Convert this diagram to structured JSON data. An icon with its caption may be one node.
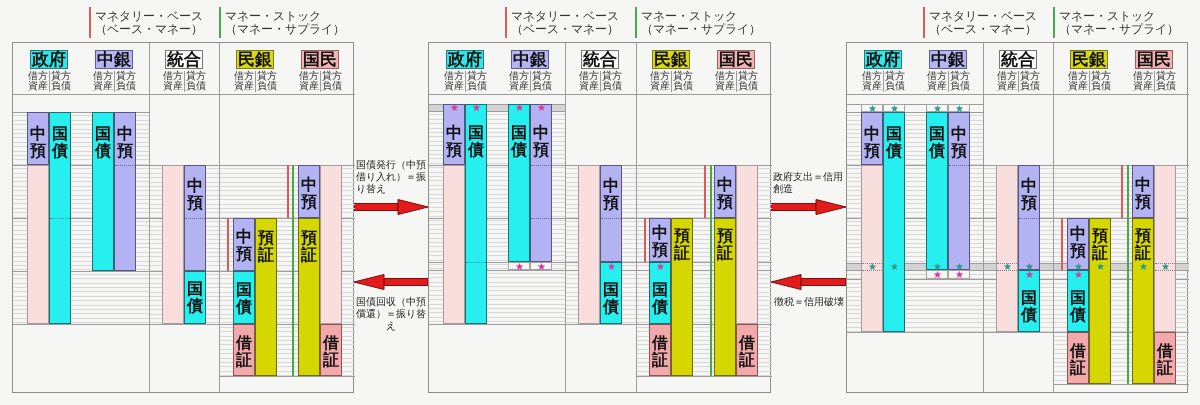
{
  "diagram": {
    "nodes": [
      {
        "text": [],
        "shape": "box"
      },
      {
        "text": [
          "政府"
        ],
        "beside": [
          "借方",
          "貸方",
          "資産",
          "負債"
        ],
        "in": 0
      },
      {
        "text": [
          "中銀"
        ],
        "beside": [
          "借方",
          "貸方",
          "資産",
          "負債"
        ],
        "in": 0
      },
      {
        "text": [
          "統合"
        ],
        "beside": [
          "借方",
          "貸方",
          "資産",
          "負債"
        ],
        "in": 0
      },
      {
        "text": [
          "民銀"
        ],
        "beside": [
          "借方",
          "貸方",
          "資産",
          "負債"
        ],
        "in": 0
      },
      {
        "text": [
          "国民"
        ],
        "beside": [
          "借方",
          "貸方",
          "資産",
          "負債"
        ],
        "in": 0
      },
      {
        "text": [
          "中預"
        ],
        "in": 0
      },
      {
        "text": [],
        "shape": "bar",
        "in": 0
      },
      {
        "text": [
          "国債"
        ],
        "in": 0
      },
      {
        "text": [
          "国債"
        ],
        "in": 0
      },
      {
        "text": [
          "中預"
        ],
        "in": 0
      },
      {
        "text": [],
        "shape": "bar",
        "in": 0
      },
      {
        "text": [
          "中預"
        ],
        "in": 0
      },
      {
        "text": [
          "国債"
        ],
        "in": 0
      },
      {
        "text": [
          "中預"
        ],
        "in": 0
      },
      {
        "text": [
          "国債"
        ],
        "in": 0
      },
      {
        "text": [
          "借証"
        ],
        "in": 0
      },
      {
        "text": [
          "預証"
        ],
        "in": 0
      },
      {
        "text": [
          "中預"
        ],
        "in": 0
      },
      {
        "text": [
          "預証"
        ],
        "in": 0
      },
      {
        "text": [],
        "shape": "bar",
        "in": 0
      },
      {
        "text": [
          "借証"
        ],
        "in": 0
      },
      {
        "text": [],
        "shape": "box"
      },
      {
        "text": [
          "政府"
        ],
        "beside": [
          "借方",
          "貸方",
          "資産",
          "負債"
        ],
        "in": 22
      },
      {
        "text": [
          "中銀"
        ],
        "beside": [
          "借方",
          "貸方",
          "資産",
          "負債"
        ],
        "in": 22
      },
      {
        "text": [
          "統合"
        ],
        "beside": [
          "借方",
          "貸方",
          "資産",
          "負債"
        ],
        "in": 22
      },
      {
        "text": [
          "民銀"
        ],
        "beside": [
          "借方",
          "貸方",
          "資産",
          "負債"
        ],
        "in": 22
      },
      {
        "text": [
          "国民"
        ],
        "beside": [
          "借方",
          "貸方",
          "資産",
          "負債"
        ],
        "in": 22
      },
      {
        "text": [
          "中預"
        ],
        "in": 22
      },
      {
        "text": [],
        "shape": "bar",
        "in": 22
      },
      {
        "text": [
          "国債"
        ],
        "in": 22
      },
      {
        "text": [
          "国債"
        ],
        "in": 22
      },
      {
        "text": [
          "中預"
        ],
        "in": 22
      },
      {
        "text": [],
        "shape": "bar",
        "in": 22
      },
      {
        "text": [
          "中預"
        ],
        "in": 22
      },
      {
        "text": [
          "国債"
        ],
        "in": 22
      },
      {
        "text": [
          "中預"
        ],
        "in": 22
      },
      {
        "text": [
          "国債"
        ],
        "in": 22
      },
      {
        "text": [
          "借証"
        ],
        "in": 22
      },
      {
        "text": [
          "預証"
        ],
        "in": 22
      },
      {
        "text": [
          "中預"
        ],
        "in": 22
      },
      {
        "text": [
          "預証"
        ],
        "in": 22
      },
      {
        "text": [],
        "shape": "bar",
        "in": 22
      },
      {
        "text": [
          "借証"
        ],
        "in": 22
      },
      {
        "text": [],
        "shape": "box"
      },
      {
        "text": [
          "政府"
        ],
        "beside": [
          "借方",
          "貸方",
          "資産",
          "負債"
        ],
        "in": 44
      },
      {
        "text": [
          "中銀"
        ],
        "beside": [
          "借方",
          "貸方",
          "資産",
          "負債"
        ],
        "in": 44
      },
      {
        "text": [
          "統合"
        ],
        "beside": [
          "借方",
          "貸方",
          "資産",
          "負債"
        ],
        "in": 44
      },
      {
        "text": [
          "民銀"
        ],
        "beside": [
          "借方",
          "貸方",
          "資産",
          "負債"
        ],
        "in": 44
      },
      {
        "text": [
          "国民"
        ],
        "beside": [
          "借方",
          "貸方",
          "資産",
          "負債"
        ],
        "in": 44
      },
      {
        "text": [
          "中預"
        ],
        "in": 44
      },
      {
        "text": [],
        "shape": "bar",
        "in": 44
      },
      {
        "text": [
          "国債"
        ],
        "in": 44
      },
      {
        "text": [
          "国債"
        ],
        "in": 44
      },
      {
        "text": [
          "中預"
        ],
        "in": 44
      },
      {
        "text": [],
        "shape": "bar",
        "in": 44
      },
      {
        "text": [
          "中預"
        ],
        "in": 44
      },
      {
        "text": [
          "国債"
        ],
        "in": 44
      },
      {
        "text": [
          "中預"
        ],
        "in": 44
      },
      {
        "text": [
          "国債"
        ],
        "in": 44
      },
      {
        "text": [
          "借証"
        ],
        "in": 44
      },
      {
        "text": [
          "預証"
        ],
        "in": 44
      },
      {
        "text": [
          "中預"
        ],
        "in": 44
      },
      {
        "text": [
          "預証"
        ],
        "in": 44
      },
      {
        "text": [],
        "shape": "bar",
        "in": 44
      },
      {
        "text": [
          "借証"
        ],
        "in": 44
      }
    ],
    "edges": [
      {
        "from": 0,
        "to": 22,
        "arrow": "to",
        "label": "国債発行（中預借り入れ）＝振り替え"
      },
      {
        "from": 22,
        "to": 0,
        "arrow": "to",
        "label": "国債回収（中預償還）＝振り替え"
      },
      {
        "from": 22,
        "to": 44,
        "arrow": "to",
        "label": "政府支出＝信用創造"
      },
      {
        "from": 44,
        "to": 22,
        "arrow": "to",
        "label": "徴税＝信用破壊"
      }
    ],
    "legend": [
      {
        "text": "マネタリー・ベース（ベース・マネー）",
        "color": "#d85c5c"
      },
      {
        "text": "マネー・ストック（マネー・サプライ）",
        "color": "#4aa84a"
      },
      {
        "text": "マネタリー・ベース（ベース・マネー）",
        "color": "#d85c5c"
      },
      {
        "text": "マネー・ストック（マネー・サプライ）",
        "color": "#4aa84a"
      },
      {
        "text": "マネタリー・ベース（ベース・マネー）",
        "color": "#d85c5c"
      },
      {
        "text": "マネー・ストック（マネー・サプライ）",
        "color": "#4aa84a"
      }
    ]
  }
}
